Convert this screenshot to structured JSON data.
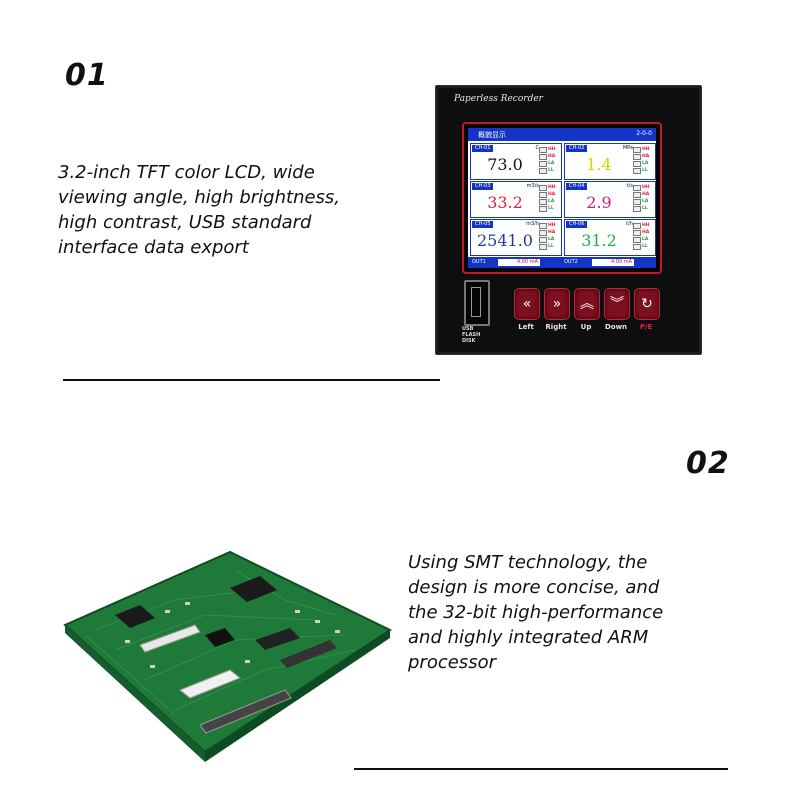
{
  "section1": {
    "number": "01",
    "lines": [
      "3.2-inch TFT color LCD, wide",
      "viewing angle, high brightness,",
      "high contrast, USB standard",
      "interface data export"
    ]
  },
  "section2": {
    "number": "02",
    "lines": [
      "Using SMT technology, the",
      "design is more concise, and",
      "the 32-bit high-performance",
      "and highly integrated ARM",
      "processor"
    ]
  },
  "device": {
    "title": "Paperless Recorder",
    "screen_title": "概貌显示",
    "screen_date": "2-0-0",
    "channels": [
      {
        "id": "CH-01",
        "unit": "C",
        "value": "73.0",
        "color": "#111111"
      },
      {
        "id": "CH-02",
        "unit": "MPa",
        "value": "1.4",
        "color": "#d4d400"
      },
      {
        "id": "CH-03",
        "unit": "m3/s",
        "value": "33.2",
        "color": "#e0203a"
      },
      {
        "id": "CH-04",
        "unit": "t/s",
        "value": "2.9",
        "color": "#d01880"
      },
      {
        "id": "CH-05",
        "unit": "m3/h",
        "value": "2541.0",
        "color": "#1a3ca8"
      },
      {
        "id": "CH-06",
        "unit": "t/h",
        "value": "31.2",
        "color": "#20b040"
      }
    ],
    "alarm_labels": [
      "HH",
      "HA",
      "LA",
      "LL"
    ],
    "alarm_colors": [
      "#e0203a",
      "#e0203a",
      "#20a040",
      "#20a040"
    ],
    "outputs": [
      {
        "label": "OUT1",
        "value": "4.00 mA"
      },
      {
        "label": "OUT2",
        "value": "4.00 mA"
      }
    ],
    "usb_label": [
      "USB",
      "FLASH",
      "DISK"
    ],
    "keys": [
      {
        "label": "Left",
        "glyph": "«",
        "icon": "double-left-icon"
      },
      {
        "label": "Right",
        "glyph": "»",
        "icon": "double-right-icon"
      },
      {
        "label": "Up",
        "glyph": "︽",
        "icon": "double-up-icon"
      },
      {
        "label": "Down",
        "glyph": "︾",
        "icon": "double-down-icon"
      },
      {
        "label": "P/E",
        "glyph": "↻",
        "icon": "return-icon",
        "label_color": "#e0203a"
      }
    ]
  }
}
